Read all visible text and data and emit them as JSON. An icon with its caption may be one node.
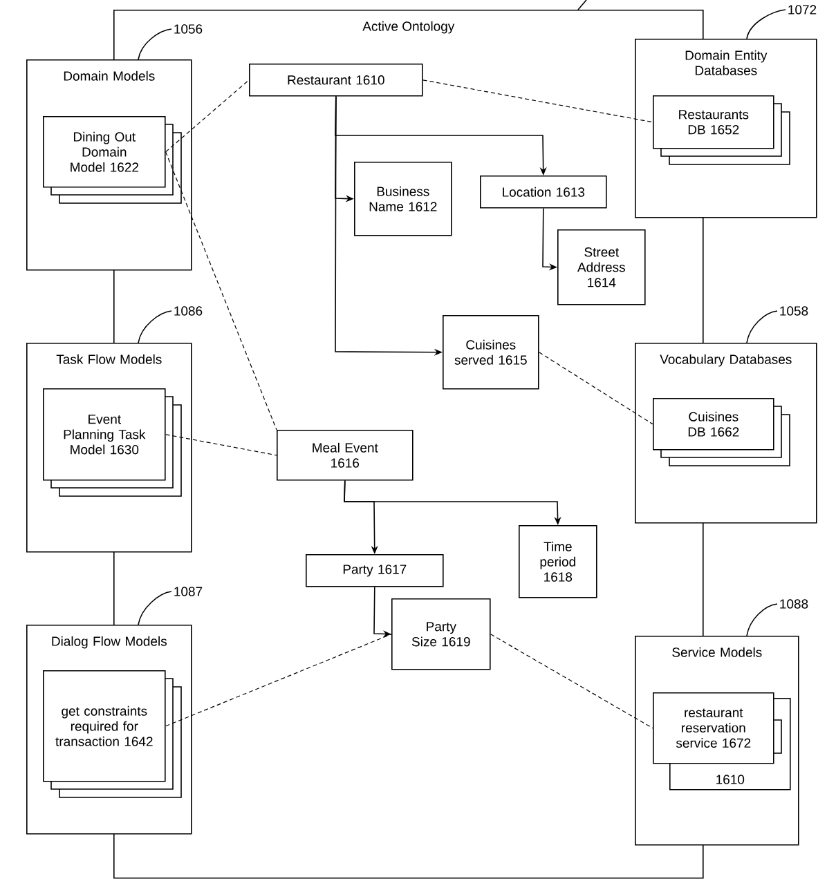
{
  "diagram": {
    "nodes": [
      {
        "text": [
          "Active Ontology"
        ]
      },
      {
        "text": [
          "Domain Models"
        ]
      },
      {
        "text": [
          "Dining Out Domain Model 1622"
        ],
        "in": 1
      },
      {
        "text": [
          "Task Flow Models"
        ]
      },
      {
        "text": [
          "Event Planning Task Model 1630"
        ],
        "in": 3
      },
      {
        "text": [
          "Dialog Flow Models"
        ]
      },
      {
        "text": [
          "get constraints required for transaction 1642"
        ],
        "in": 5
      },
      {
        "text": [
          "Domain Entity Databases"
        ]
      },
      {
        "text": [
          "Restaurants DB 1652"
        ],
        "in": 7
      },
      {
        "text": [
          "Vocabulary Databases"
        ]
      },
      {
        "text": [
          "Cuisines DB 1662"
        ],
        "in": 9
      },
      {
        "text": [
          "Service Models"
        ]
      },
      {
        "text": [
          "restaurant reservation service 1672"
        ],
        "in": 11
      },
      {
        "text": [
          "1610"
        ],
        "in": 11
      },
      {
        "text": [
          "Restaurant 1610"
        ],
        "in": 0
      },
      {
        "text": [
          "Business Name 1612"
        ],
        "in": 0
      },
      {
        "text": [
          "Location 1613"
        ],
        "in": 0
      },
      {
        "text": [
          "Street Address 1614"
        ],
        "in": 0
      },
      {
        "text": [
          "Cuisines served 1615"
        ],
        "in": 0
      },
      {
        "text": [
          "Meal Event 1616"
        ],
        "in": 0
      },
      {
        "text": [
          "Time period 1618"
        ],
        "in": 0
      },
      {
        "text": [
          "Party 1617"
        ],
        "in": 0
      },
      {
        "text": [
          "Party Size 1619"
        ],
        "in": 0
      },
      {
        "text": [
          "1056"
        ],
        "in": 0
      },
      {
        "text": [
          "1072"
        ]
      },
      {
        "text": [
          "1086"
        ],
        "in": 0
      },
      {
        "text": [
          "1058"
        ]
      },
      {
        "text": [
          "1087"
        ],
        "in": 0
      },
      {
        "text": [
          "1088"
        ]
      }
    ],
    "edges": [
      {
        "from": 14,
        "to": 16,
        "arrow": "to"
      },
      {
        "from": 14,
        "to": 15,
        "arrow": "to"
      },
      {
        "from": 14,
        "to": 18,
        "arrow": "to"
      },
      {
        "from": 16,
        "to": 17,
        "arrow": "to"
      },
      {
        "from": 19,
        "to": 20,
        "arrow": "to"
      },
      {
        "from": 19,
        "to": 21,
        "arrow": "to"
      },
      {
        "from": 21,
        "to": 22,
        "arrow": "to"
      },
      {
        "from": 2,
        "to": 14,
        "arrow": "none",
        "style": "dashed"
      },
      {
        "from": 2,
        "to": 19,
        "arrow": "none",
        "style": "dashed"
      },
      {
        "from": 14,
        "to": 8,
        "arrow": "none",
        "style": "dashed"
      },
      {
        "from": 18,
        "to": 10,
        "arrow": "none",
        "style": "dashed"
      },
      {
        "from": 4,
        "to": 19,
        "arrow": "none",
        "style": "dashed"
      },
      {
        "from": 6,
        "to": 22,
        "arrow": "none",
        "style": "dashed"
      },
      {
        "from": 22,
        "to": 12,
        "arrow": "none",
        "style": "dashed"
      },
      {
        "from": 23,
        "to": 1,
        "arrow": "none"
      },
      {
        "from": 24,
        "to": 7,
        "arrow": "none"
      },
      {
        "from": 25,
        "to": 3,
        "arrow": "none"
      },
      {
        "from": 26,
        "to": 9,
        "arrow": "none"
      },
      {
        "from": 27,
        "to": 5,
        "arrow": "none"
      },
      {
        "from": 28,
        "to": 11,
        "arrow": "none"
      }
    ]
  }
}
